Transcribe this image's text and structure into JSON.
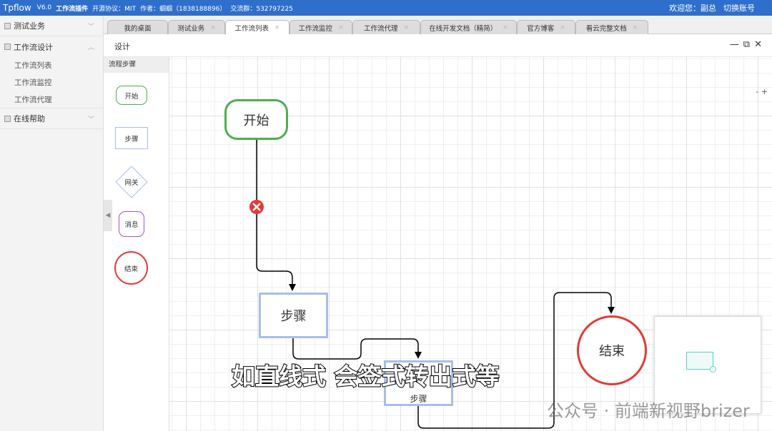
{
  "header": {
    "app": "Tpflow",
    "version": "V6.0",
    "plugin": "工作流插件",
    "license": "开源协议：MIT",
    "author": "作者：蝈蝈（1838188896）",
    "group": "交流群：532797225",
    "welcome": "欢迎您：副总",
    "switch": "切换账号"
  },
  "sidebar": {
    "groups": [
      {
        "label": "测试业务",
        "items": []
      },
      {
        "label": "工作流设计",
        "items": [
          "工作流列表",
          "工作流监控",
          "工作流代理"
        ]
      },
      {
        "label": "在线帮助",
        "items": []
      }
    ]
  },
  "tabs": [
    "我的桌面",
    "测试业务",
    "工作流列表",
    "工作流监控",
    "工作流代理",
    "在线开发文档（精简）",
    "官方博客",
    "看云完整文档"
  ],
  "active_tab": "工作流列表",
  "panel": {
    "title": "设计"
  },
  "palette": {
    "title": "流程步骤",
    "items": [
      "开始",
      "步骤",
      "网关",
      "消息",
      "结束"
    ]
  },
  "diagram": {
    "start": "开始",
    "step1": "步骤",
    "step2": "步骤",
    "end": "结束",
    "zoom_controls": "- +"
  },
  "colors": {
    "start": "#4caf50",
    "step": "#a9bde8",
    "end": "#e53935",
    "message": "#a64fd6",
    "topbar": "#2f6fcb"
  },
  "overlay": {
    "subtitle": "如直线式 会签式转出式等",
    "watermark": "公众号 · 前端新视野brizer"
  }
}
